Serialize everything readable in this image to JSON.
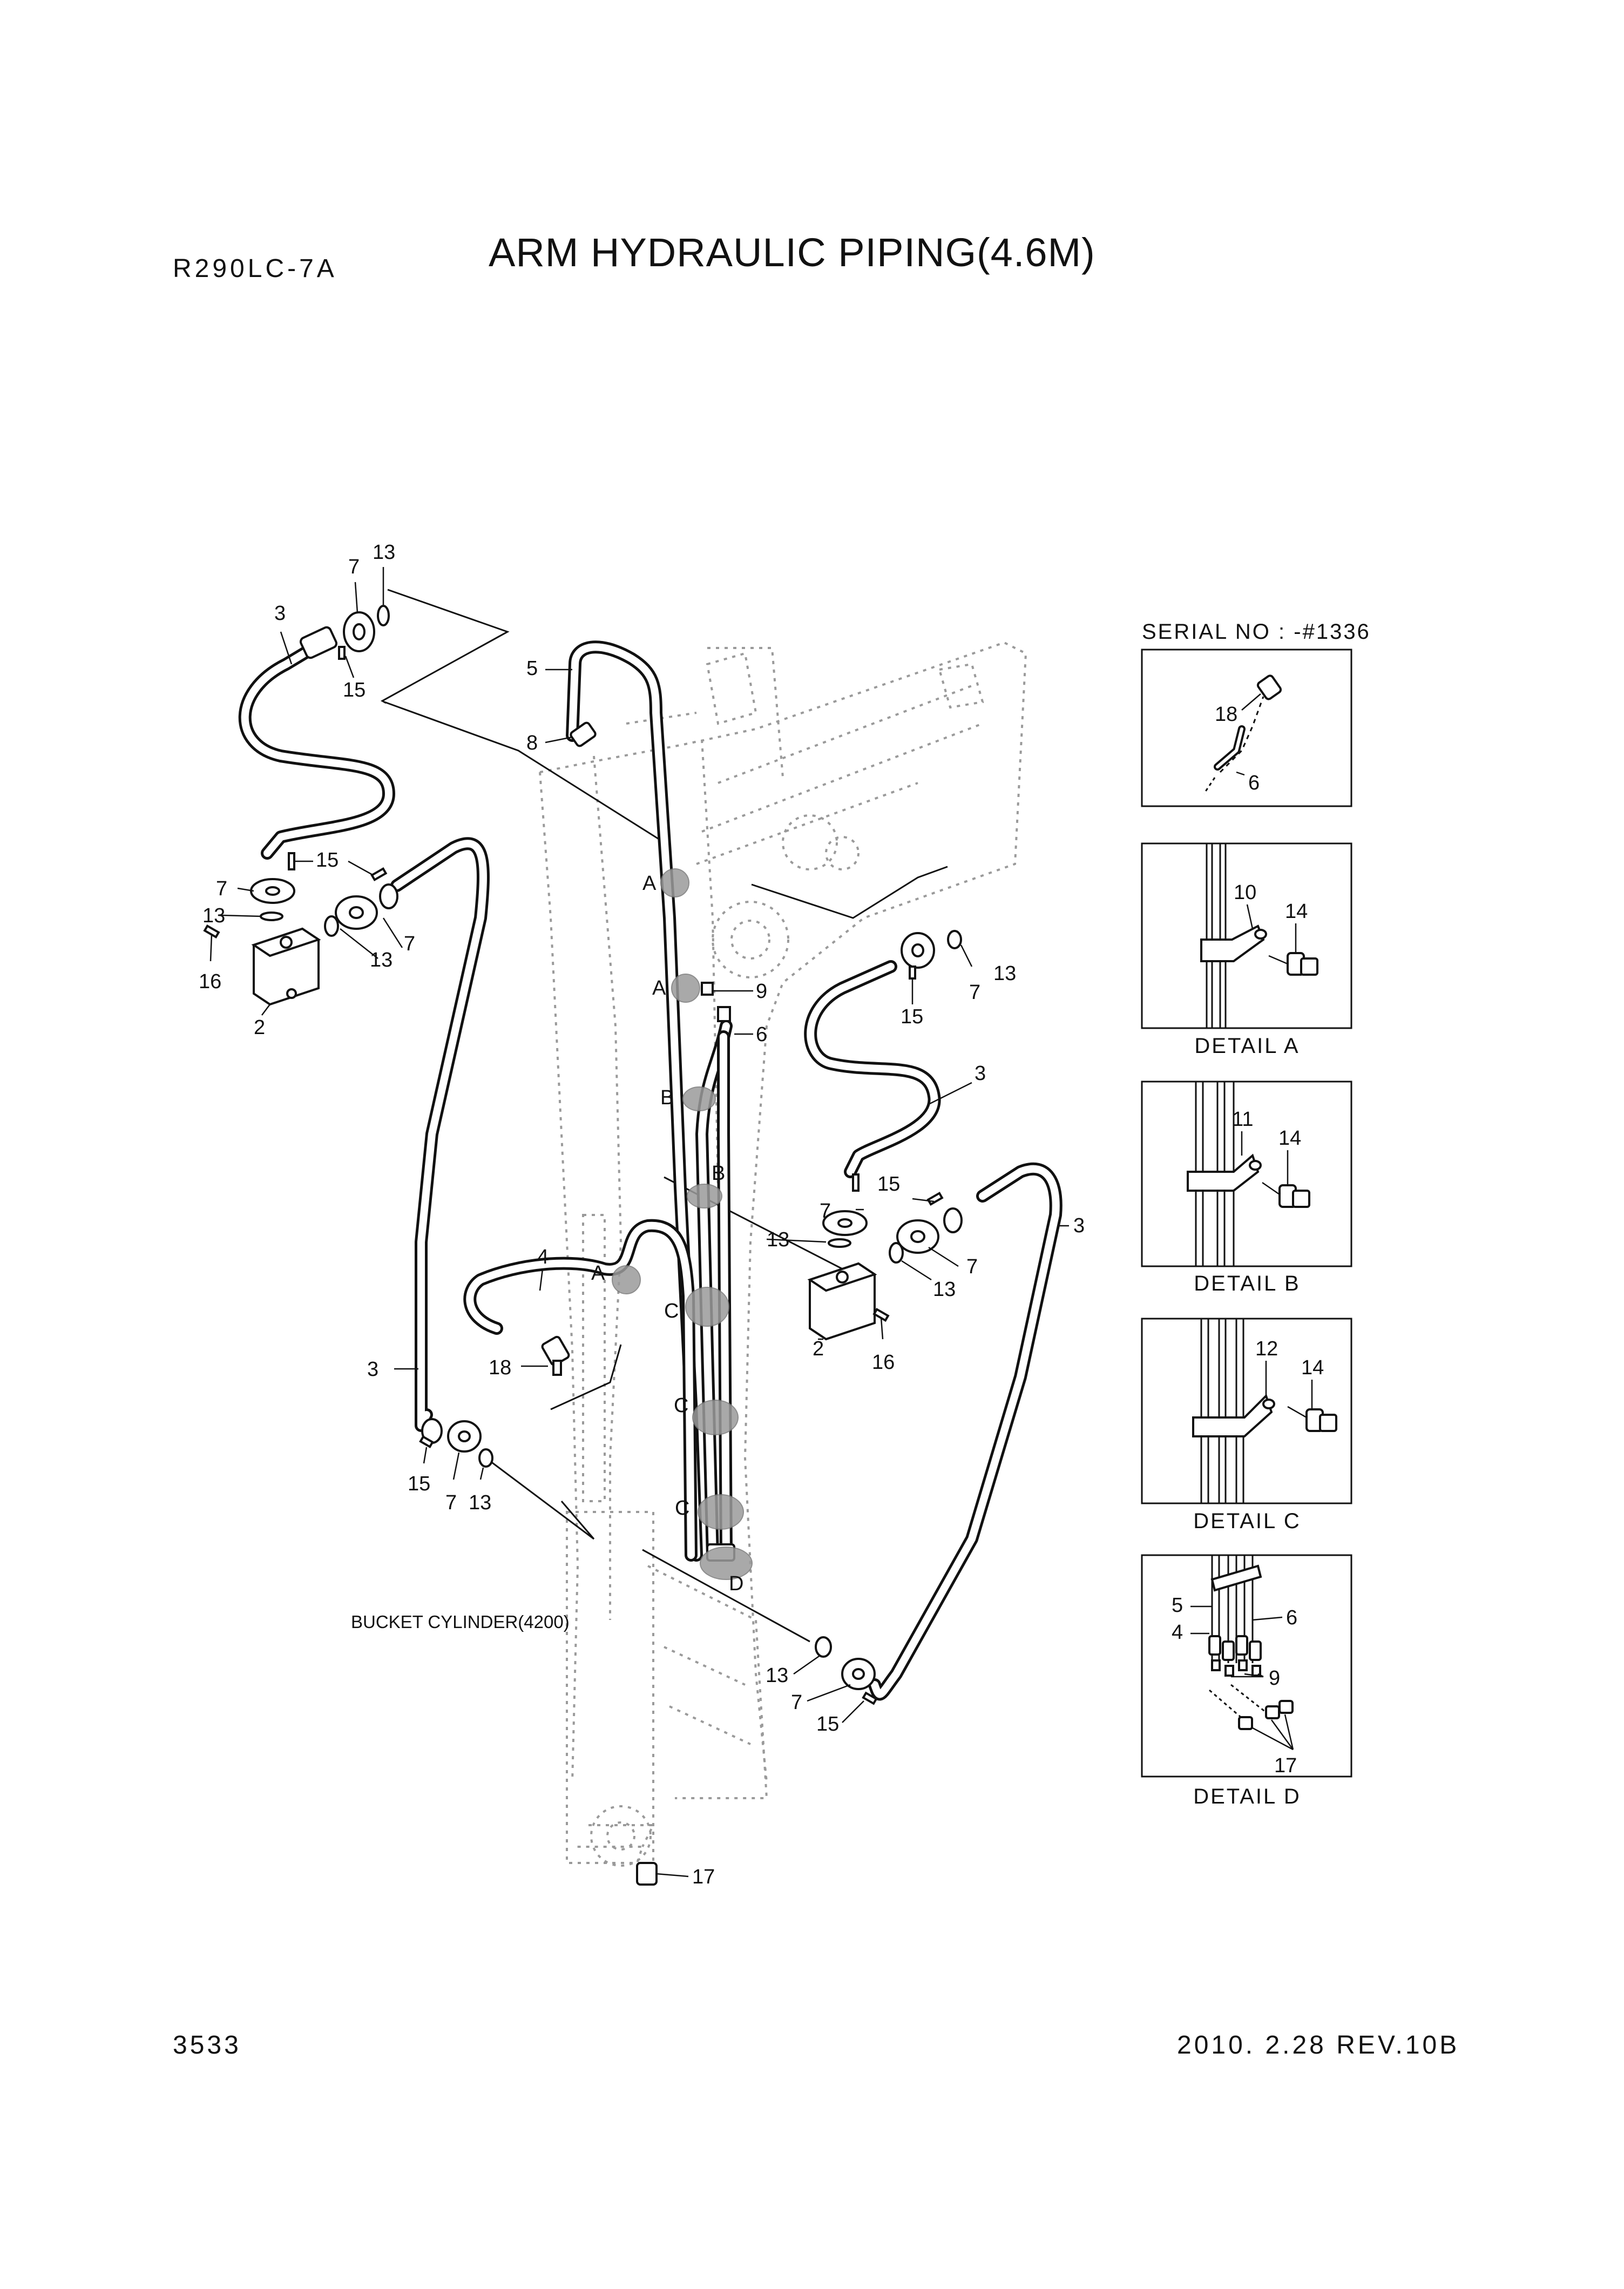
{
  "header": {
    "model": "R290LC-7A",
    "title": "ARM HYDRAULIC PIPING(4.6M)"
  },
  "footer": {
    "page_number": "3533",
    "date_revision": "2010. 2.28  REV.10B"
  },
  "callouts": {
    "main_2_left": "2",
    "main_3_top": "3",
    "main_7_top": "7",
    "main_13_top": "13",
    "main_15_top": "15",
    "main_5": "5",
    "main_8": "8",
    "main_15_mid": "15",
    "main_7_mid": "7",
    "main_13_mid": "13",
    "main_7_mid2": "7",
    "main_13_mid2": "13",
    "main_16_left": "16",
    "main_A1": "A",
    "main_A2": "A",
    "main_9": "9",
    "main_6": "6",
    "main_B1": "B",
    "main_B2": "B",
    "main_13_r": "13",
    "main_7_r": "7",
    "main_15_r": "15",
    "main_3_r": "3",
    "main_7_rb": "7",
    "main_15_rb": "15",
    "main_13_rb": "13",
    "main_3_far": "3",
    "main_7_rc": "7",
    "main_13_rc": "13",
    "main_2_r": "2",
    "main_16_r": "16",
    "main_4": "4",
    "main_A3": "A",
    "main_C1": "C",
    "main_C2": "C",
    "main_C3": "C",
    "main_D": "D",
    "main_18": "18",
    "main_3_low": "3",
    "main_15_low": "15",
    "main_7_low": "7",
    "main_13_low": "13",
    "main_13_bot": "13",
    "main_7_bot": "7",
    "main_15_bot": "15",
    "main_17": "17",
    "bucket_cylinder": "BUCKET CYLINDER(4200)"
  },
  "detail_panels": {
    "serial": {
      "caption": "SERIAL NO : -#1336",
      "labels": {
        "a": "18",
        "b": "6"
      }
    },
    "detail_a": {
      "caption": "DETAIL A",
      "labels": {
        "a": "10",
        "b": "14"
      }
    },
    "detail_b": {
      "caption": "DETAIL B",
      "labels": {
        "a": "11",
        "b": "14"
      }
    },
    "detail_c": {
      "caption": "DETAIL C",
      "labels": {
        "a": "12",
        "b": "14"
      }
    },
    "detail_d": {
      "caption": "DETAIL D",
      "labels": {
        "a": "5",
        "b": "6",
        "c": "4",
        "d": "9",
        "e": "17"
      }
    }
  }
}
